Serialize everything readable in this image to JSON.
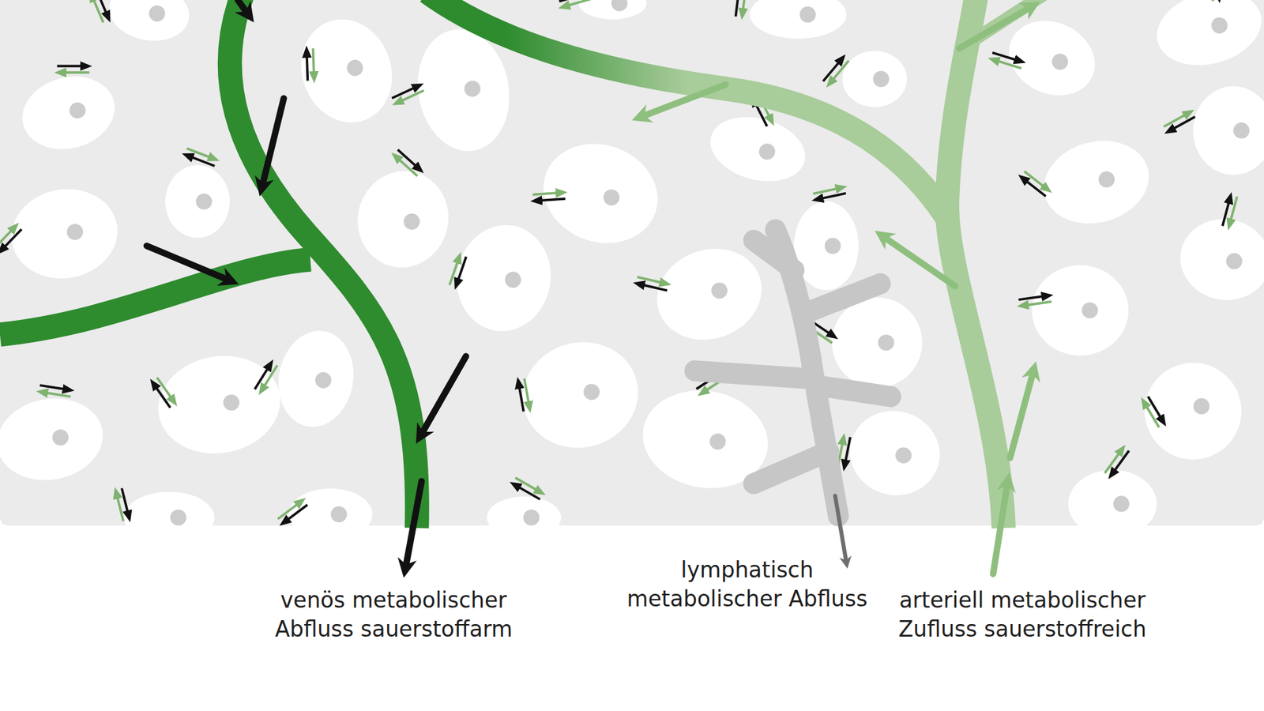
{
  "diagram": {
    "labels": [
      "venös metabolischer Abfluss sauerstoffarm",
      "lymphatisch metabolischer Abfluss",
      "arteriell metabolischer Zufluss sauerstoffreich"
    ]
  }
}
